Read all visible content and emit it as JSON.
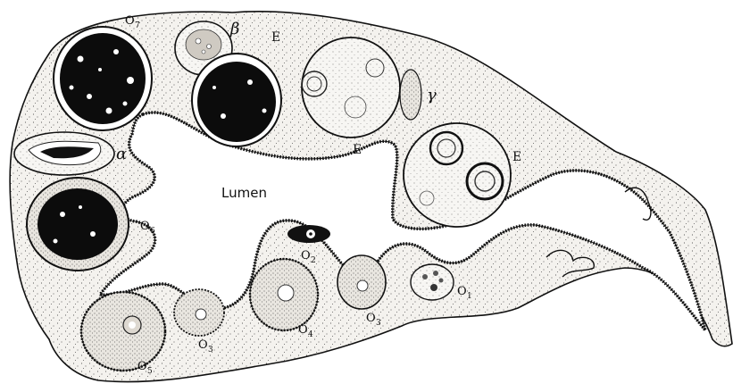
{
  "figure": {
    "lumen_label": "Lumen",
    "epithelium_labels": [
      "E",
      "E",
      "E"
    ],
    "greek_labels": {
      "alpha": "α",
      "beta": "β",
      "gamma": "γ"
    },
    "oocyte_labels": [
      {
        "symbol": "O",
        "subscript": "1"
      },
      {
        "symbol": "O",
        "subscript": "2"
      },
      {
        "symbol": "O",
        "subscript": "3"
      },
      {
        "symbol": "O",
        "subscript": "3"
      },
      {
        "symbol": "O",
        "subscript": "4"
      },
      {
        "symbol": "O",
        "subscript": "5"
      },
      {
        "symbol": "O",
        "subscript": "6"
      },
      {
        "symbol": "O",
        "subscript": "7"
      }
    ]
  }
}
